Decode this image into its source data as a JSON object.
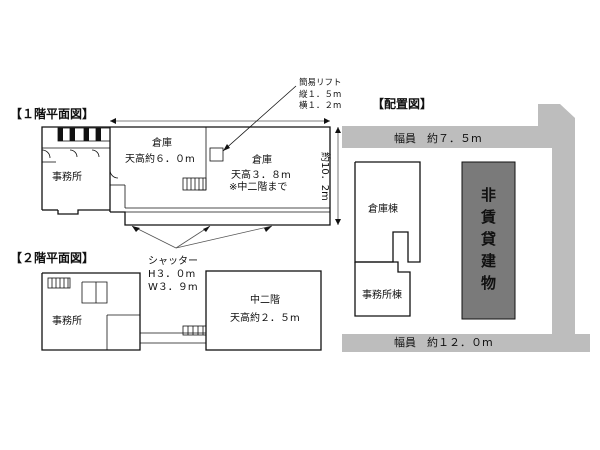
{
  "floor1": {
    "title": "【１階平面図】",
    "office_label": "事務所",
    "warehouse_a_label": "倉庫",
    "warehouse_a_height": "天高約６．０m",
    "warehouse_b_label": "倉庫",
    "warehouse_b_height": "天高３．８m",
    "warehouse_b_note": "※中二階まで",
    "depth_label": "約10．2m",
    "lift_label": "簡易リフト",
    "lift_depth": "縦１．５m",
    "lift_width": "横１．２m"
  },
  "floor2": {
    "title": "【２階平面図】",
    "office_label": "事務所",
    "mezzanine_label": "中二階",
    "mezzanine_height": "天高約２．５m"
  },
  "shutter": {
    "label": "シャッター",
    "height": "H３．０m",
    "width": "W３．９m"
  },
  "site": {
    "title": "【配置図】",
    "road_top": "幅員　約７．５m",
    "road_bottom": "幅員　約１２．０m",
    "warehouse_bldg": "倉庫棟",
    "office_bldg": "事務所棟",
    "non_rental": [
      "非",
      "賃",
      "貸",
      "建",
      "物"
    ]
  },
  "colors": {
    "road": "#bdbdbd",
    "non_rental_building": "#7a7a7a",
    "line": "#111111"
  }
}
